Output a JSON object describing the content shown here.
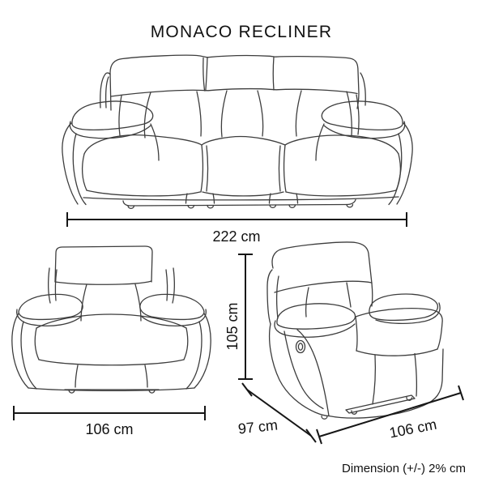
{
  "title": "MONACO RECLINER",
  "dimensions": {
    "sofa_width": "222 cm",
    "armchair_width": "106 cm",
    "recliner_height": "105 cm",
    "recliner_depth": "97 cm",
    "recliner_width": "106 cm"
  },
  "note": "Dimension  (+/-) 2% cm",
  "icons": {
    "sofa": "sofa-3-seater-line-drawing",
    "armchair": "armchair-front-line-drawing",
    "recliner": "recliner-perspective-line-drawing",
    "handle": "recliner-handle-icon"
  },
  "colors": {
    "background": "#ffffff",
    "drawing_line": "#3d3d3d",
    "dimension_line": "#161616",
    "text": "#111111"
  }
}
